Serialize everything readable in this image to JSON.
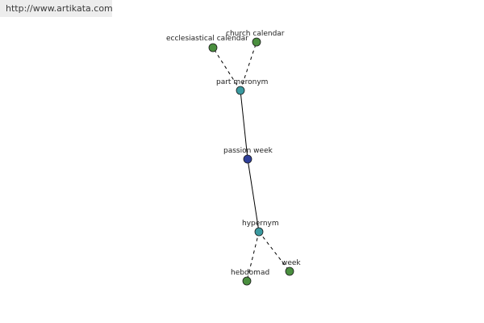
{
  "site": {
    "url": "http://www.artikata.com"
  },
  "nodes": {
    "ecclesiastical_calendar": {
      "label": "ecclesiastical calendar",
      "color": "#4a8f3f"
    },
    "church_calendar": {
      "label": "church calendar",
      "color": "#4a8f3f"
    },
    "part_meronym": {
      "label": "part meronym",
      "color": "#3a9aa0"
    },
    "passion_week": {
      "label": "passion week",
      "color": "#2f3f9a"
    },
    "hypernym": {
      "label": "hypernym",
      "color": "#3a9aa0"
    },
    "hebdomad": {
      "label": "hebdomad",
      "color": "#4a8f3f"
    },
    "week": {
      "label": "week",
      "color": "#4a8f3f"
    }
  },
  "edges": [
    {
      "from": "part_meronym",
      "to": "ecclesiastical_calendar",
      "style": "dashed"
    },
    {
      "from": "part_meronym",
      "to": "church_calendar",
      "style": "dashed"
    },
    {
      "from": "part_meronym",
      "to": "passion_week",
      "style": "solid"
    },
    {
      "from": "passion_week",
      "to": "hypernym",
      "style": "solid"
    },
    {
      "from": "hypernym",
      "to": "hebdomad",
      "style": "dashed"
    },
    {
      "from": "hypernym",
      "to": "week",
      "style": "dashed"
    }
  ]
}
